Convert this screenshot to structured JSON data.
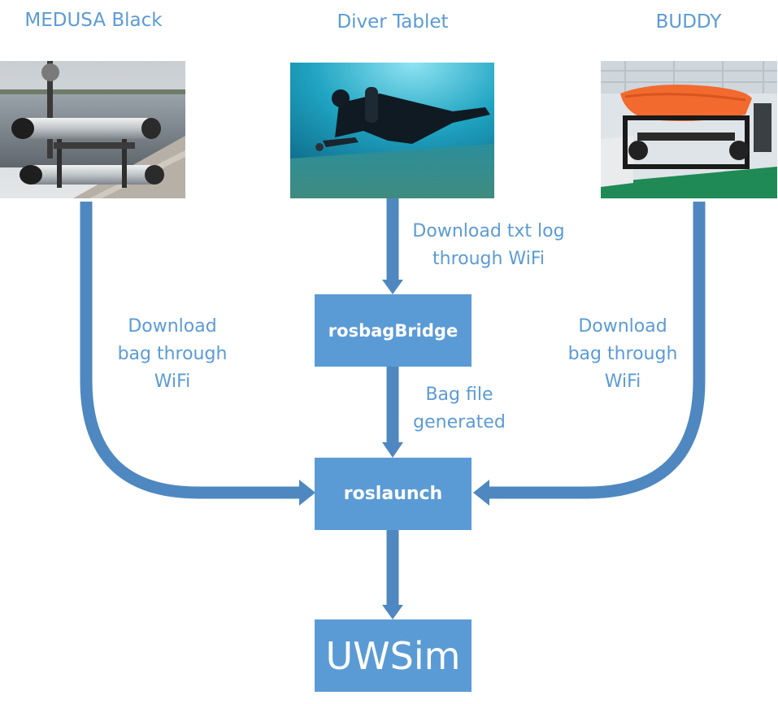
{
  "nodes": {
    "medusa": {
      "title": "MEDUSA Black",
      "image": "medusa-vehicle-photo"
    },
    "tablet": {
      "title": "Diver Tablet",
      "image": "diver-underwater-photo"
    },
    "buddy": {
      "title": "BUDDY",
      "image": "buddy-rov-photo"
    },
    "rosbag_bridge": {
      "label": "rosbagBridge"
    },
    "roslaunch": {
      "label": "roslaunch"
    },
    "uwsim": {
      "label": "UWSim"
    }
  },
  "edges": {
    "medusa_to_roslaunch": {
      "line1": "Download",
      "line2": "bag through",
      "line3": "WiFi"
    },
    "tablet_to_bridge": {
      "line1": "Download txt log",
      "line2": "through WiFi"
    },
    "bridge_to_roslaunch": {
      "line1": "Bag file",
      "line2": "generated"
    },
    "buddy_to_roslaunch": {
      "line1": "Download",
      "line2": "bag through",
      "line3": "WiFi"
    }
  },
  "colors": {
    "accent": "#5b9bd5",
    "arrow": "#4f88c0",
    "box_text": "#ffffff"
  }
}
